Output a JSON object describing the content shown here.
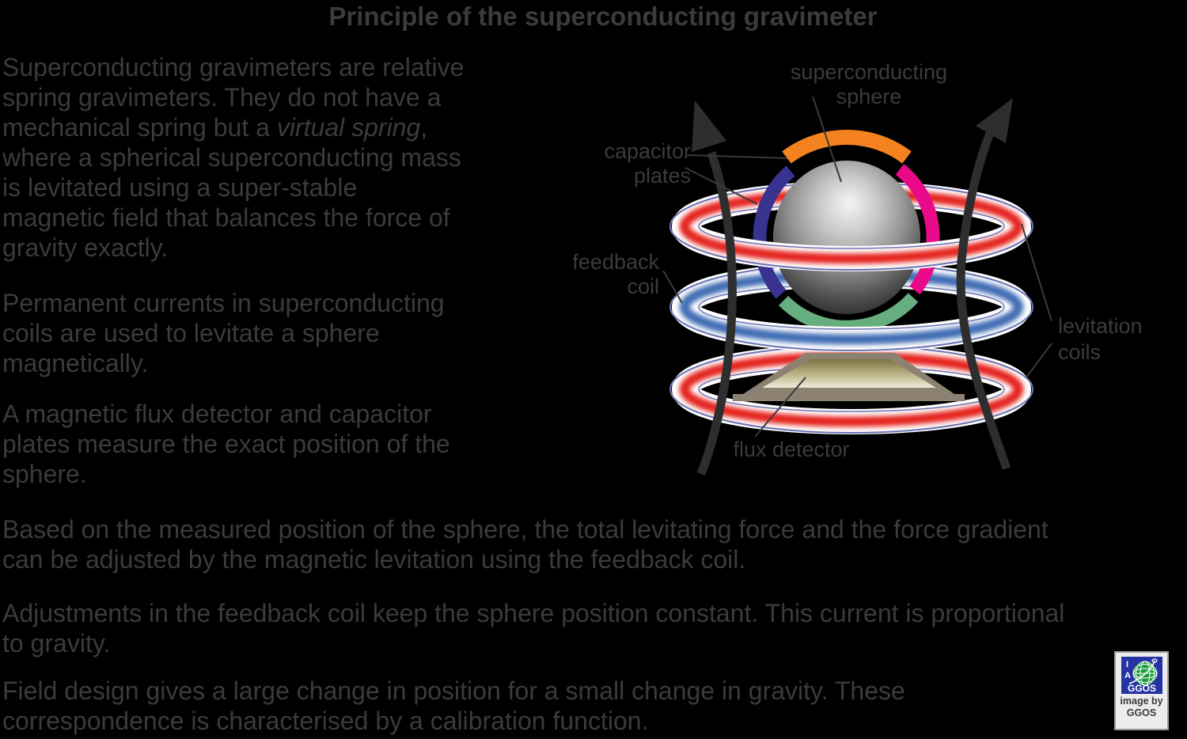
{
  "title": "Principle of the superconducting gravimeter",
  "paragraphs": {
    "p1": {
      "l1": "Superconducting gravimeters are relative",
      "l2": "spring gravimeters. They do not have a",
      "l3a": "mechanical spring but a ",
      "l3b": "virtual spring",
      "l3c": ",",
      "l4": "where a spherical superconducting mass",
      "l5": "is levitated using a super-stable",
      "l6": "magnetic field that balances the force of",
      "l7": "gravity exactly."
    },
    "p2": {
      "l1": "Permanent currents in superconducting",
      "l2": "coils are used to levitate a sphere",
      "l3": "magnetically."
    },
    "p3": {
      "l1": "A magnetic flux detector and capacitor",
      "l2": "plates measure the exact position of the",
      "l3": "sphere."
    },
    "p4": {
      "l1": "Based on the measured position of the sphere, the total levitating force and the force gradient",
      "l2": "can be adjusted by the magnetic levitation using the feedback coil."
    },
    "p5": {
      "l1": "Adjustments in the feedback coil keep the sphere position constant. This current is proportional",
      "l2": "to gravity."
    },
    "p6": {
      "l1": "Field design gives a large change in position for a small change in gravity. These",
      "l2": "correspondence is characterised by a calibration function."
    }
  },
  "diagram_labels": {
    "sphere_l1": "superconducting",
    "sphere_l2": "sphere",
    "capacitor_l1": "capacitor",
    "capacitor_l2": "plates",
    "feedback_l1": "feedback",
    "feedback_l2": "coil",
    "levitation_l1": "levitation",
    "levitation_l2": "coils",
    "flux": "flux detector"
  },
  "badge": {
    "logo_i": "I",
    "logo_a": "A",
    "logo_ggos": "GGOS",
    "caption_line1": "image by",
    "caption_line2": "GGOS"
  },
  "colors": {
    "text": "#3b3b3b",
    "coil_red": "#E5231B",
    "coil_blue": "#3F6CB4",
    "ring_outline": "#6B74B4",
    "arc_orange": "#F4831F",
    "arc_navy": "#37338F",
    "arc_magenta": "#E90A8A",
    "arc_green": "#67AE7E",
    "arrow": "#2E2E2E",
    "pointer_line": "#3A3A3A",
    "detector_frame": "#8D8171",
    "logo_blue": "#2634A3",
    "logo_green": "#1F9C3F"
  }
}
